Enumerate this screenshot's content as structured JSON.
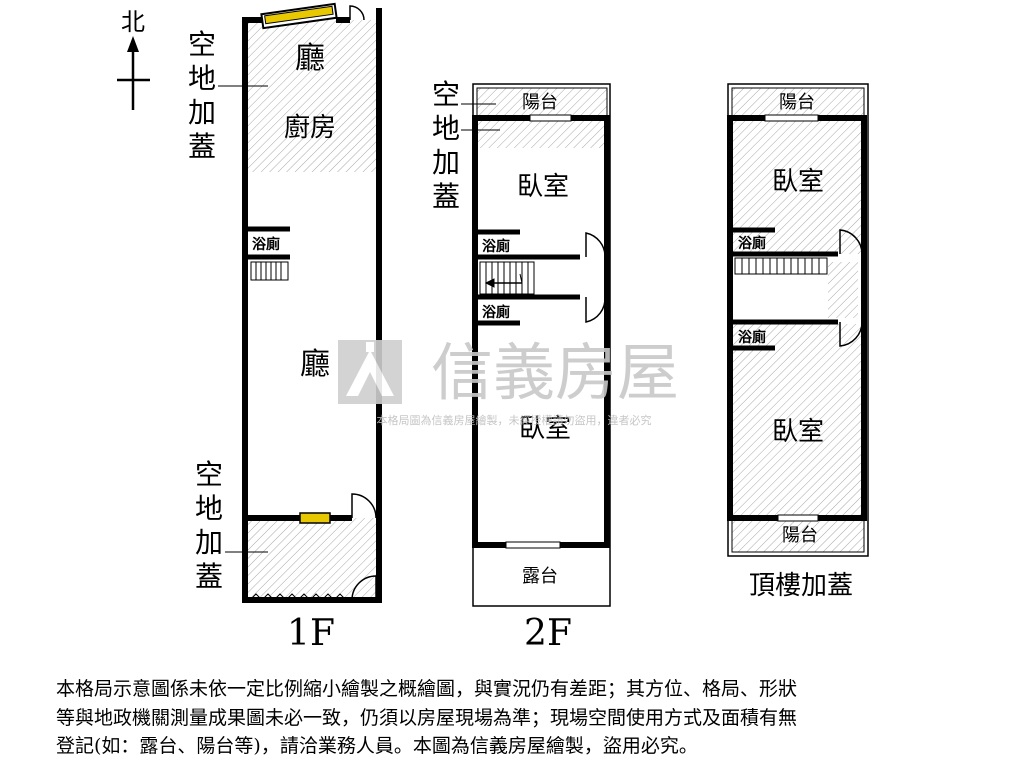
{
  "compass": {
    "label": "北"
  },
  "floor1": {
    "caption": "1F",
    "rooms": {
      "hall_top": "廳",
      "kitchen": "廚房",
      "bath": "浴廁",
      "hall_main": "廳"
    },
    "annex_top_label": [
      "空",
      "地",
      "加",
      "蓋"
    ],
    "annex_bottom_label": [
      "空",
      "地",
      "加",
      "蓋"
    ]
  },
  "floor2": {
    "caption": "2F",
    "rooms": {
      "balcony": "陽台",
      "bedroom_1": "臥室",
      "bath_1": "浴廁",
      "bath_2": "浴廁",
      "bedroom_2": "臥室",
      "terrace": "露台"
    },
    "annex_label": [
      "空",
      "地",
      "加",
      "蓋"
    ]
  },
  "roof": {
    "caption": "頂樓加蓋",
    "rooms": {
      "balcony_top": "陽台",
      "bedroom_1": "臥室",
      "bath_1": "浴廁",
      "bath_2": "浴廁",
      "bedroom_2": "臥室",
      "balcony_bottom": "陽台"
    }
  },
  "watermark": {
    "brand": "信義房屋",
    "notice": "本格局圖為信義房屋繪製，未經授權請勿盜用，違者必究"
  },
  "disclaimer": [
    "本格局示意圖係未依一定比例縮小繪製之概繪圖，與實況仍有差距；其方位、格局、形狀",
    "等與地政機關測量成果圖未必一致，仍須以房屋現場為準；現場空間使用方式及面積有無",
    "登記(如：露台、陽台等)，請洽業務人員。本圖為信義房屋繪製，盜用必究。"
  ],
  "colors": {
    "wall": "#000000",
    "hatch": "#9a9a9a",
    "window_frame": "#e8c800",
    "watermark": "#c8c8c8"
  }
}
